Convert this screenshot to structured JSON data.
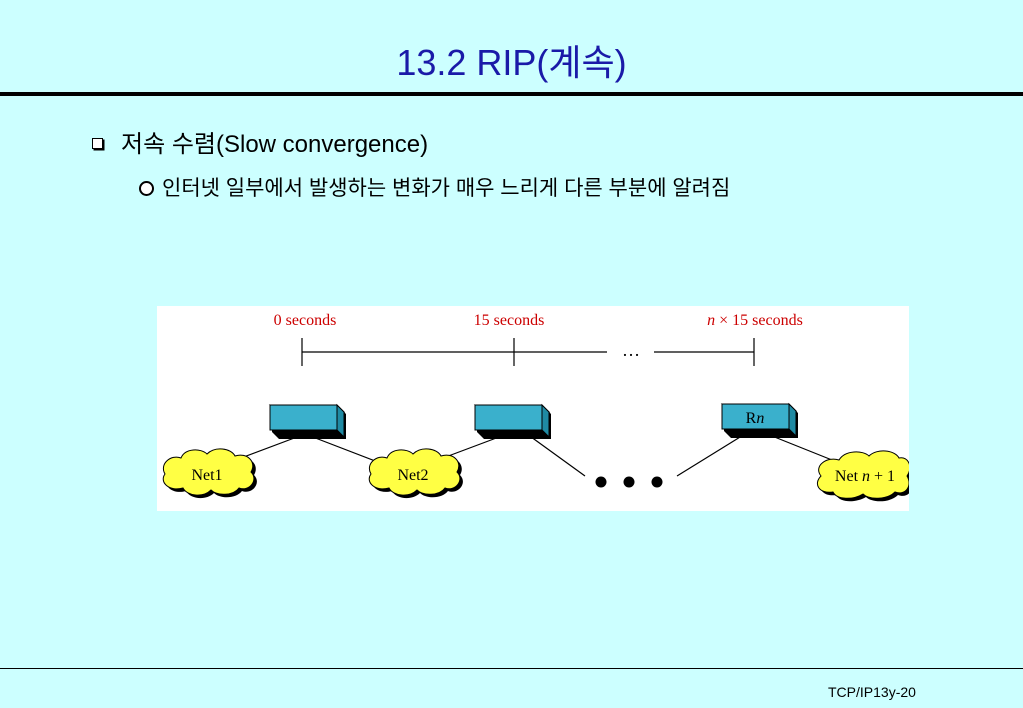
{
  "slide": {
    "title": "13.2 RIP(계속)",
    "bullet1": "저속 수렴(Slow convergence)",
    "bullet2": "인터넷 일부에서 발생하는 변화가 매우 느리게 다른 부분에 알려짐",
    "footer": "TCP/IP13y-20"
  },
  "diagram": {
    "time_labels": {
      "t0": "0 seconds",
      "t1": "15 seconds",
      "tn_var": "n",
      "tn_rest": " × 15  seconds"
    },
    "timeline_ellipsis": "…",
    "router_n_label_prefix": "R",
    "router_n_label_var": "n",
    "networks": {
      "net1": "Net1",
      "net2": "Net2",
      "netn_prefix": "Net ",
      "netn_var": "n",
      "netn_suffix": " + 1"
    },
    "colors": {
      "label_red": "#cc0000",
      "router_fill": "#3ab0cc",
      "cloud_fill": "#ffff44"
    }
  }
}
